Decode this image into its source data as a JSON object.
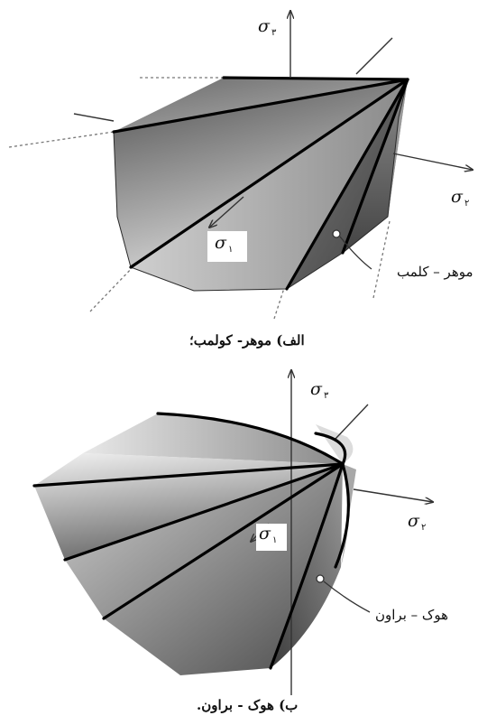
{
  "top_diagram": {
    "sigma3": {
      "symbol": "σ",
      "sub": "۳"
    },
    "sigma2": {
      "symbol": "σ",
      "sub": "۲"
    },
    "sigma1": {
      "symbol": "σ",
      "sub": "۱"
    },
    "surface_label": "موهر – کلمب",
    "caption": "الف) موهر- کولمب؛"
  },
  "bottom_diagram": {
    "sigma3": {
      "symbol": "σ",
      "sub": "۳"
    },
    "sigma2": {
      "symbol": "σ",
      "sub": "۲"
    },
    "sigma1": {
      "symbol": "σ",
      "sub": "۱"
    },
    "surface_label": "هوک – براون",
    "caption": "ب) هوک - براون."
  }
}
